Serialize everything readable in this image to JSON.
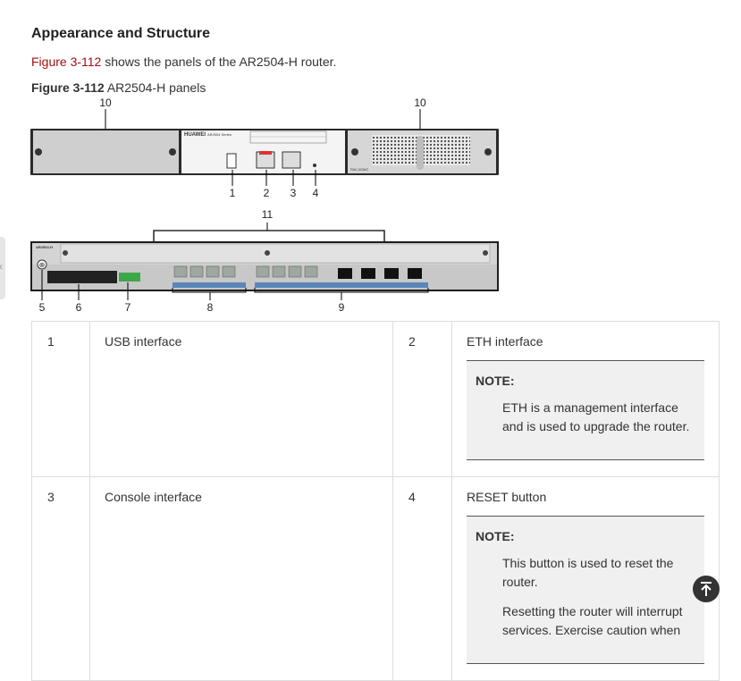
{
  "section_title": "Appearance and Structure",
  "intro": {
    "link": "Figure 3-112",
    "text": " shows the panels of the AR2504-H router."
  },
  "figure": {
    "caption_bold": "Figure 3-112",
    "caption_text": " AR2504-H panels",
    "front_brand": "HUAWEI",
    "front_model": "AR2504 Series",
    "power_label": "PAC-60WC",
    "rear_model": "AR2504-H",
    "callouts": [
      "10",
      "10",
      "1",
      "2",
      "3",
      "4",
      "11",
      "5",
      "6",
      "7",
      "8",
      "9"
    ]
  },
  "table": {
    "rows": [
      {
        "num1": "1",
        "desc1": "USB interface",
        "num2": "2",
        "desc2": "ETH interface",
        "note_title": "NOTE:",
        "note_paragraphs": [
          "ETH is a management interface and is used to upgrade the router."
        ]
      },
      {
        "num1": "3",
        "desc1": "Console interface",
        "num2": "4",
        "desc2": "RESET button",
        "note_title": "NOTE:",
        "note_paragraphs": [
          "This button is used to reset the router.",
          "Resetting the router will interrupt services. Exercise caution when"
        ]
      }
    ]
  },
  "icons": {
    "back_to_top": "arrow-up-to-top-icon",
    "side_tab": "chevron-left-icon"
  }
}
